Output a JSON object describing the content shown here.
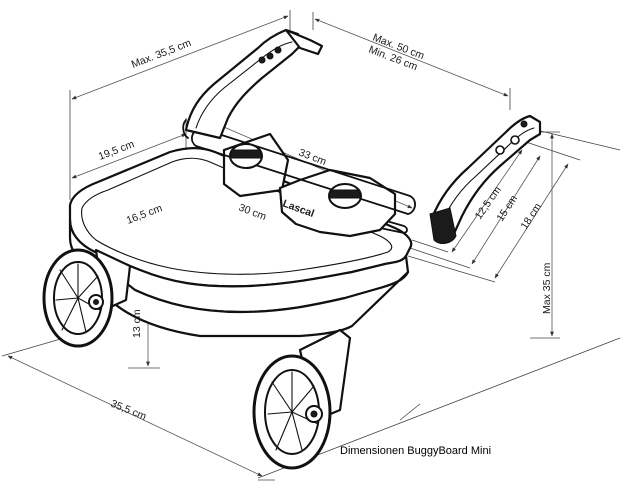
{
  "diagram": {
    "caption": "Dimensionen BuggyBoard Mini",
    "labels": {
      "max_35_5": "Max. 35,5 cm",
      "max_50": "Max. 50 cm",
      "min_26": "Min. 26 cm",
      "width_19_5": "19,5 cm",
      "width_33": "33 cm",
      "width_16_5": "16,5 cm",
      "width_30": "30 cm",
      "height_13": "13 cm",
      "depth_35_5": "35,5 cm",
      "depth_12_5": "12,5 cm",
      "depth_15": "15 cm",
      "depth_18": "18 cm",
      "max_height_35": "Max 35 cm"
    },
    "logo_text": "Lascal"
  }
}
